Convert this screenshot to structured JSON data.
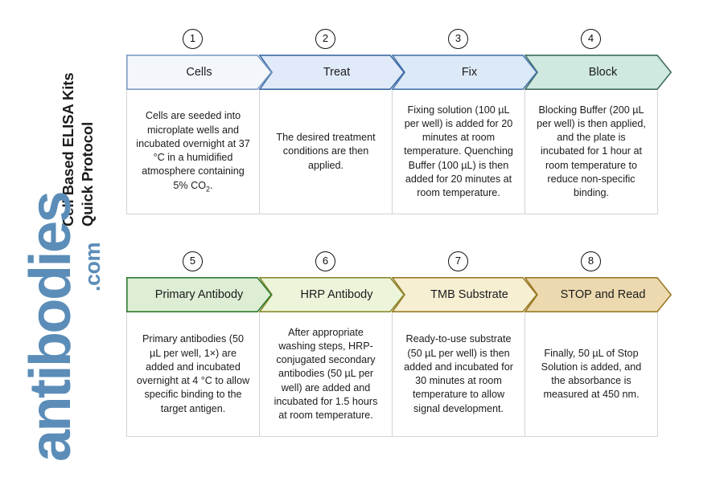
{
  "title": {
    "line1": "Cell Based ELISA Kits",
    "line2": "Quick Protocol"
  },
  "logo": {
    "name": "antibodies",
    "tld": ".com",
    "color": "#5b8db8"
  },
  "rows": [
    {
      "steps": [
        {
          "number": "1",
          "label": "Cells",
          "fill": "#f3f7fc",
          "stroke": "#7d9dc4",
          "body": "Cells are seeded into microplate wells and incubated overnight at 37 °C in a humidified atmosphere containing 5% CO",
          "body_sub": "2",
          "body_tail": "."
        },
        {
          "number": "2",
          "label": "Treat",
          "fill": "#e1eaf9",
          "stroke": "#3d6ba5",
          "body": "The desired treatment conditions are then applied."
        },
        {
          "number": "3",
          "label": "Fix",
          "fill": "#dce9f7",
          "stroke": "#4a79ad",
          "body": "Fixing solution (100 µL per well) is added for 20 minutes at room temperature. Quenching Buffer (100 µL) is then added for 20 minutes at room temperature."
        },
        {
          "number": "4",
          "label": "Block",
          "fill": "#cfe9e0",
          "stroke": "#3f6b62",
          "body": "Blocking Buffer (200 µL per well) is then applied, and the plate is incubated for 1 hour at room temperature to reduce non-specific binding."
        }
      ]
    },
    {
      "steps": [
        {
          "number": "5",
          "label": "Primary Antibody",
          "fill": "#ddeed5",
          "stroke": "#2f7a2f",
          "body": "Primary antibodies (50 µL per well, 1×) are added and incubated overnight at 4 °C to allow specific binding to the target antigen."
        },
        {
          "number": "6",
          "label": "HRP Antibody",
          "fill": "#ecf4da",
          "stroke": "#8a8a2e",
          "body": "After appropriate washing steps, HRP-conjugated secondary antibodies (50 µL per well) are added and incubated for 1.5 hours at room temperature."
        },
        {
          "number": "7",
          "label": "TMB Substrate",
          "fill": "#f7efd2",
          "stroke": "#9a7b26",
          "body": "Ready-to-use substrate (50 µL per well) is then added and incubated for 30 minutes at room temperature to allow signal development."
        },
        {
          "number": "8",
          "label": "STOP and Read",
          "fill": "#ecd9b0",
          "stroke": "#9a7b26",
          "body": "Finally, 50 µL of Stop Solution is added, and the absorbance is measured at 450 nm."
        }
      ]
    }
  ]
}
